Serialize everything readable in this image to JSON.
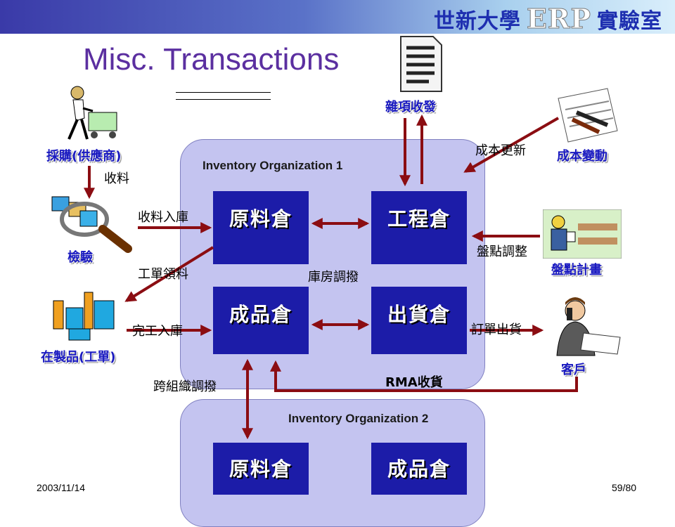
{
  "brand": {
    "left": "世新大學",
    "erp": "ERP",
    "right": "實驗室"
  },
  "title": "Misc. Transactions",
  "org1": {
    "label": "Inventory Organization 1",
    "warehouses": {
      "raw": "原料倉",
      "eng": "工程倉",
      "fg": "成品倉",
      "ship": "出貨倉"
    }
  },
  "org2": {
    "label": "Inventory Organization 2",
    "warehouses": {
      "raw": "原料倉",
      "fg": "成品倉"
    }
  },
  "actors": {
    "purchase": "採購(供應商)",
    "inspect": "檢驗",
    "wip": "在製品(工單)",
    "misc": "雜項收發",
    "cost": "成本變動",
    "count": "盤點計畫",
    "customer": "客戶"
  },
  "flows": {
    "receive": "收料",
    "receive_in": "收料入庫",
    "issue": "工單領料",
    "complete": "完工入庫",
    "transfer": "庫房調撥",
    "cost_update": "成本更新",
    "count_adjust": "盤點調整",
    "order_ship": "訂單出貨",
    "rma": "RMA收貨",
    "cross_org": "跨組織調撥"
  },
  "footer": {
    "date": "2003/11/14",
    "page": "59/80"
  },
  "colors": {
    "warehouse": "#1c1ca8",
    "org_bg": "#c4c4f0",
    "arrow": "#8b0d12",
    "title": "#5b2fa0",
    "label_blue": "#1a1ac0"
  }
}
